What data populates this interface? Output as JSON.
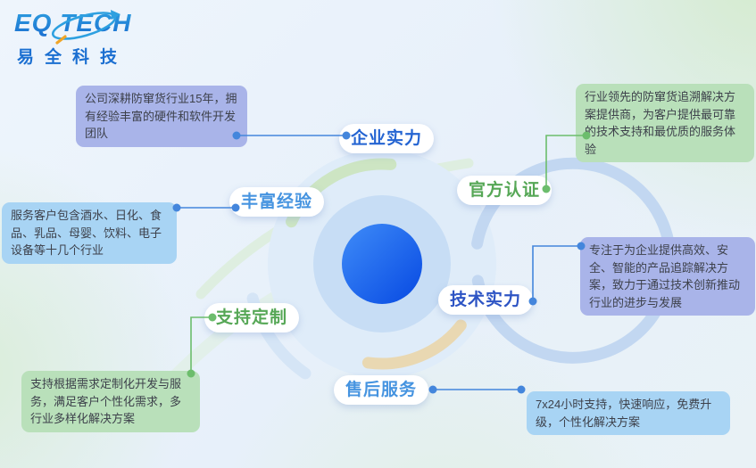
{
  "logo": {
    "en": "EQ TECH",
    "cn": "易全科技"
  },
  "features": [
    {
      "id": "enterprise-strength",
      "label": "企业实力",
      "desc": "公司深耕防窜货行业15年，拥有经验丰富的硬件和软件开发团队"
    },
    {
      "id": "official-certification",
      "label": "官方认证",
      "desc": "行业领先的防窜货追溯解决方案提供商，为客户提供最可靠的技术支持和最优质的服务体验"
    },
    {
      "id": "rich-experience",
      "label": "丰富经验",
      "desc": "服务客户包含酒水、日化、食品、乳品、母婴、饮料、电子设备等十几个行业"
    },
    {
      "id": "technical-strength",
      "label": "技术实力",
      "desc": "专注于为企业提供高效、安全、智能的产品追踪解决方案，致力于通过技术创新推动行业的进步与发展"
    },
    {
      "id": "custom-support",
      "label": "支持定制",
      "desc": "支持根据需求定制化开发与服务，满足客户个性化需求，多行业多样化解决方案"
    },
    {
      "id": "after-sales-service",
      "label": "售后服务",
      "desc": "7x24小时支持，快速响应，免费升级，个性化解决方案"
    }
  ],
  "colors": {
    "accent_blue": "#4486dc",
    "accent_green": "#6cbd6c",
    "label_blue": "#2464d2",
    "label_blue_light": "#4694e0",
    "label_blue_dark": "#2d54c4",
    "label_green": "#56a756",
    "box_purple": "#a9b4e9",
    "box_green": "#b9e0ba",
    "box_blue": "#a8d4f4",
    "box_text": "#3d414b",
    "center_blue_1": "#3f8cf8",
    "center_blue_2": "#0749e2",
    "ring_mid": "#c7ddf5",
    "ring_outer": "#dfecf9",
    "arc_green": "#cde5c3",
    "arc_tan": "#e9d8b2",
    "arc_blue": "#c2d7f1",
    "arc_fade": "#d5e5f6",
    "logo_blue": "#1b6fd1",
    "logo_cyan": "#2ea0e0",
    "logo_orange": "#f0a528"
  }
}
